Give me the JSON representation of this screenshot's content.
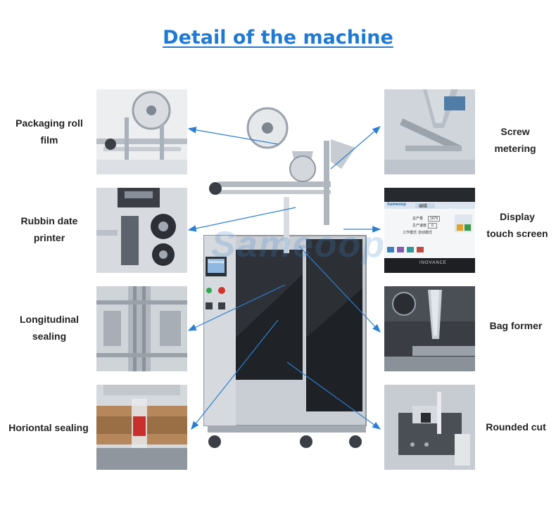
{
  "title": "Detail of the machine",
  "labels": {
    "packaging_roll_film": "Packaging roll\nfilm",
    "rubbin_date_printer": "Rubbin date\nprinter",
    "longitudinal_sealing": "Longitudinal\nsealing",
    "horizontal_sealing": "Horiontal sealing",
    "screw_metering": "Screw\nmetering",
    "display_touch_screen": "Display\ntouch screen",
    "bag_former": "Bag former",
    "rounded_cut": "Rounded cut"
  },
  "screen": {
    "brand": "Sameoop",
    "tab": "编辑",
    "row1_label": "总产量",
    "row1_value": "1679",
    "row2_label": "生产速度",
    "row2_value": "0",
    "row3_label": "工作模式",
    "row3_value": "自动模式",
    "maker": "INOVANCE"
  },
  "panel_logo": "Sameoop",
  "watermark": "Sameoop",
  "colors": {
    "title": "#1f7ad6",
    "arrow": "#2a7fd4"
  }
}
